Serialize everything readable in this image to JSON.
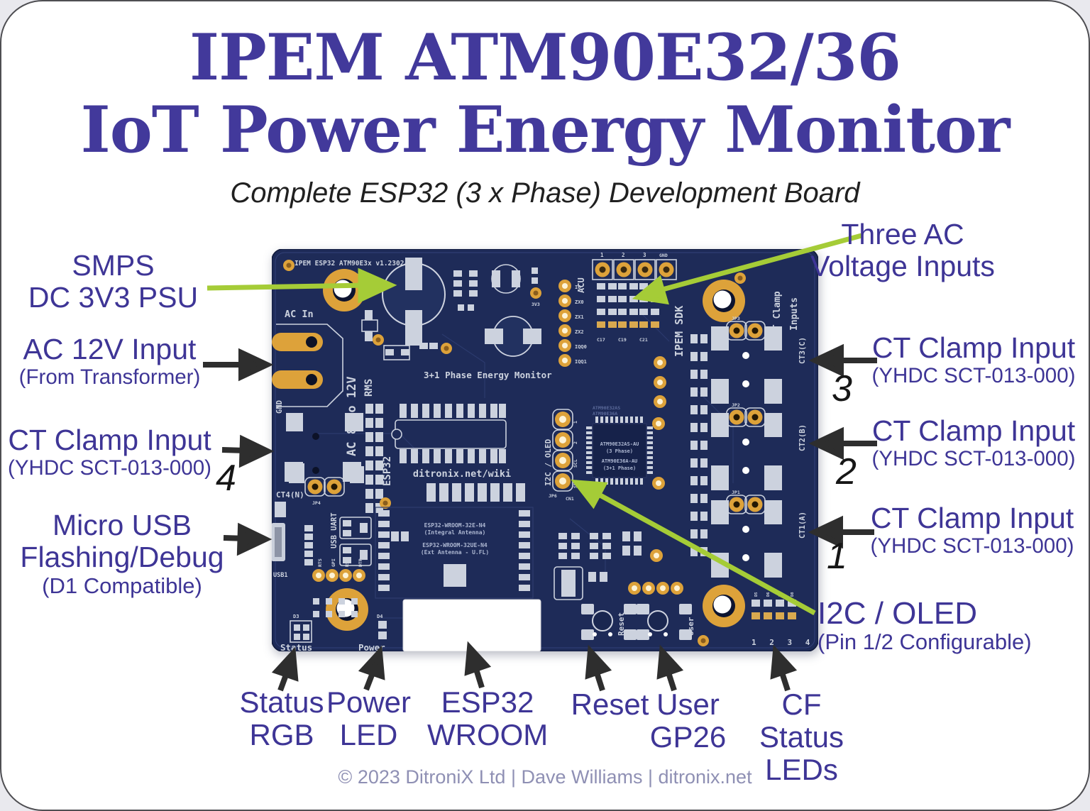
{
  "page": {
    "title_line1": "IPEM ATM90E32/36",
    "title_line2": "IoT Power Energy Monitor",
    "subtitle": "Complete ESP32 (3 x Phase) Development Board",
    "footer": "© 2023 DitroniX Ltd | Dave Williams |  ditronix.net"
  },
  "colors": {
    "accent_purple": "#3e3596",
    "title_purple": "#42399b",
    "pcb_navy": "#1e2b58",
    "pad_gold": "#dda23a",
    "silkscreen": "#ccd2de",
    "arrow_green": "#a5cc37",
    "arrow_black": "#2e2e2e"
  },
  "callouts": {
    "smps": {
      "line1": "SMPS",
      "line2": "DC 3V3 PSU"
    },
    "ac12v": {
      "line1": "AC 12V Input",
      "line2": "(From Transformer)"
    },
    "ct4": {
      "line1": "CT Clamp Input",
      "line2": "(YHDC SCT-013-000)",
      "num": "4"
    },
    "usb": {
      "line1": "Micro USB",
      "line2": "Flashing/Debug",
      "line3": "(D1 Compatible)"
    },
    "three_ac": {
      "line1": "Three AC",
      "line2": "Voltage Inputs"
    },
    "ct3": {
      "line1": "CT Clamp Input",
      "line2": "(YHDC SCT-013-000)",
      "num": "3"
    },
    "ct2": {
      "line1": "CT Clamp Input",
      "line2": "(YHDC SCT-013-000)",
      "num": "2"
    },
    "ct1": {
      "line1": "CT Clamp Input",
      "line2": "(YHDC SCT-013-000)",
      "num": "1"
    },
    "i2c": {
      "line1": "I2C / OLED",
      "line2": "(Pin 1/2 Configurable)"
    },
    "status": {
      "line1": "Status",
      "line2": "RGB"
    },
    "power": {
      "line1": "Power",
      "line2": "LED"
    },
    "esp32": {
      "line1": "ESP32",
      "line2": "WROOM"
    },
    "reset": {
      "line1": "Reset"
    },
    "user": {
      "line1": "User",
      "line2": "GP26"
    },
    "cf": {
      "line1": "CF Status",
      "line2": "LEDs"
    }
  },
  "pcb": {
    "silkscreen": {
      "board_id": "IPEM ESP32 ATM90E3x v1.2302-101",
      "ac_in": "AC In",
      "gnd": "GND",
      "ac_range": "AC 8 to 12V",
      "rms": "RMS",
      "phase": "3+1 Phase Energy Monitor",
      "wiki": "ditronix.net/wiki",
      "esp32": "ESP32",
      "mod1": "ESP32-WROOM-32E-N4",
      "mod1b": "(Integral Antenna)",
      "mod2": "ESP32-WROOM-32UE-N4",
      "mod2b": "(Ext Antenna - U.FL)",
      "i2c_oled": "I2C / OLED",
      "sdk": "IPEM SDK",
      "acu": "ACU",
      "ct_clamp": "CT Clamp",
      "inputs": "Inputs",
      "ct3": "CT3(C)",
      "ct2": "CT2(B)",
      "ct1": "CT1(A)",
      "ct4": "CT4(N)",
      "usb_uart": "USB UART",
      "usb1": "USB1",
      "status": "Status",
      "power": "Power",
      "reset": "Reset",
      "user": "User",
      "atm_a": "ATM90E32AS-AU",
      "atm_a2": "(3 Phase)",
      "atm_b": "ATM90E36A-AU",
      "atm_b2": "(3+1 Phase)",
      "atm_ghost1": "ATM90E32AS",
      "atm_ghost2": "ATM90E36A",
      "led_nums": "1 2 3 4"
    },
    "pins": {
      "p1": "1",
      "p2": "2",
      "p3": "3",
      "pgnd": "GND",
      "scl": "SCL",
      "sda": "SDA",
      "jp6": "JP6",
      "cn1": "CN1",
      "jp1": "JP1",
      "jp2": "JP2",
      "jp3": "JP3",
      "jp4": "JP4",
      "io": "IO",
      "zx0": "ZX0",
      "zx1": "ZX1",
      "zx2": "ZX2",
      "iqq0": "IQQ0",
      "iqq1": "IQQ1",
      "rts": "RTS",
      "gpi": "GPI",
      "rst": "RST",
      "dtr": "DTR",
      "c17": "C17",
      "c19": "C19",
      "c21": "C21",
      "d3": "D3",
      "d4": "D4",
      "v33": "3V3",
      "d5": "D5",
      "d6": "D6",
      "d7": "D7",
      "d8": "D8"
    }
  }
}
